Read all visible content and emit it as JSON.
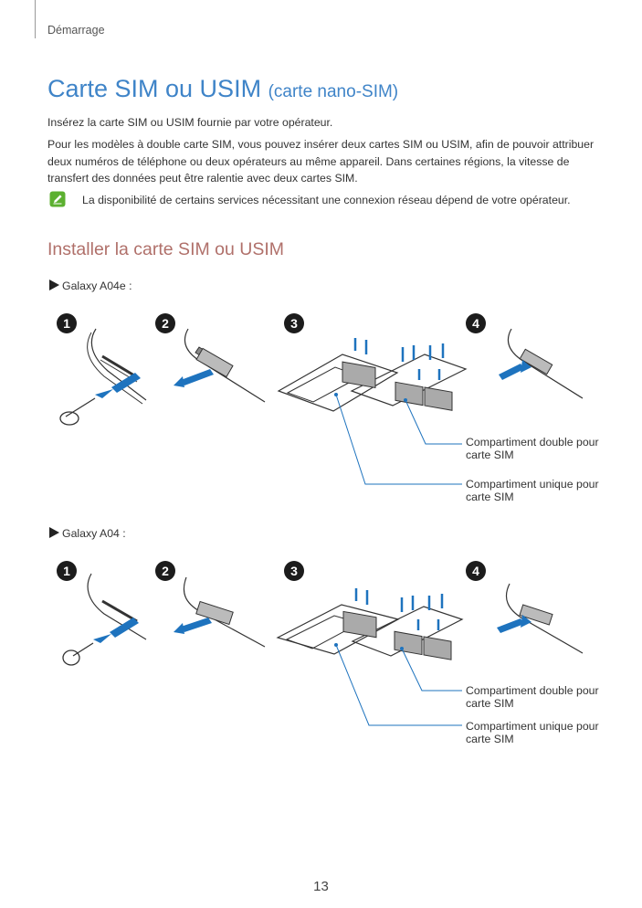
{
  "header": {
    "section": "Démarrage"
  },
  "title": {
    "main": "Carte SIM ou USIM",
    "sub": "(carte nano-SIM)"
  },
  "intro": "Insérez la carte SIM ou USIM fournie par votre opérateur.",
  "paragraph": "Pour les modèles à double carte SIM, vous pouvez insérer deux cartes SIM ou USIM, afin de pouvoir attribuer deux numéros de téléphone ou deux opérateurs au même appareil. Dans certaines régions, la vitesse de transfert des données peut être ralentie avec deux cartes SIM.",
  "note": {
    "icon": "pencil-note-icon",
    "text": "La disponibilité de certains services nécessitant une connexion réseau dépend de votre opérateur."
  },
  "section_heading": "Installer la carte SIM ou USIM",
  "models": [
    {
      "label": "Galaxy A04e :",
      "steps": [
        "1",
        "2",
        "3",
        "4"
      ],
      "callout_dual": "Compartiment double pour carte SIM",
      "callout_single": "Compartiment unique pour carte SIM"
    },
    {
      "label": "Galaxy A04 :",
      "steps": [
        "1",
        "2",
        "3",
        "4"
      ],
      "callout_dual": "Compartiment double pour carte SIM",
      "callout_single": "Compartiment unique pour carte SIM"
    }
  ],
  "colors": {
    "title": "#3f84c8",
    "heading": "#b0706a",
    "arrow": "#1e73be",
    "note_icon": "#5cb030",
    "leader": "#1e73be"
  },
  "page_number": "13"
}
